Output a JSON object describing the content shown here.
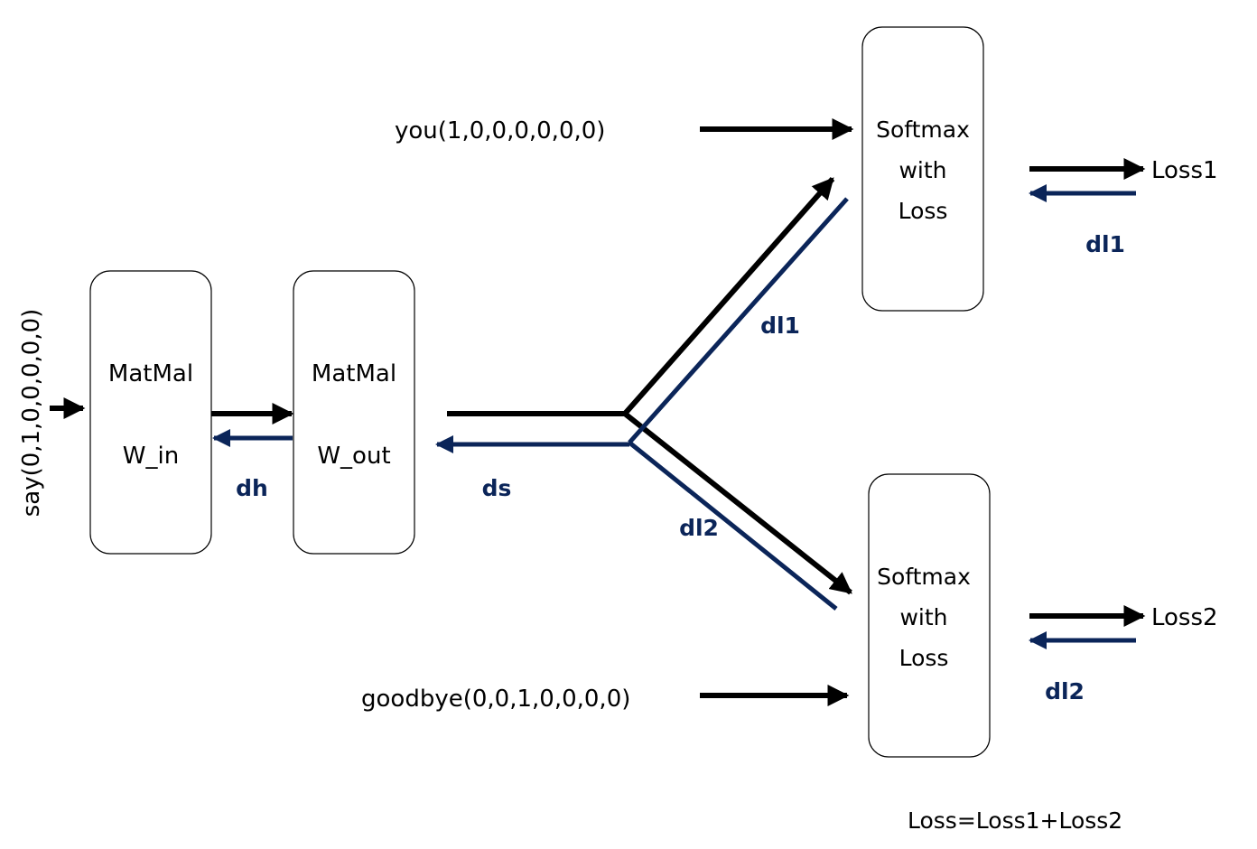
{
  "colors": {
    "forward": "#000000",
    "backward": "#0b2559"
  },
  "inputs": {
    "center": "say(0,1,0,0,0,0,0)",
    "context1": "you(1,0,0,0,0,0,0)",
    "context2": "goodbye(0,0,1,0,0,0,0)"
  },
  "layers": {
    "in_layer": {
      "line1": "MatMal",
      "line2": "W_in"
    },
    "out_layer": {
      "line1": "MatMal",
      "line2": "W_out"
    },
    "loss1": {
      "line1": "Softmax",
      "line2": "with",
      "line3": "Loss"
    },
    "loss2": {
      "line1": "Softmax",
      "line2": "with",
      "line3": "Loss"
    }
  },
  "outputs": {
    "loss1": "Loss1",
    "loss2": "Loss2",
    "total": "Loss=Loss1+Loss2"
  },
  "gradients": {
    "dh": "dh",
    "ds": "ds",
    "dl1_branch": "dl1",
    "dl2_branch": "dl2",
    "dl1_out": "dl1",
    "dl2_out": "dl2"
  }
}
